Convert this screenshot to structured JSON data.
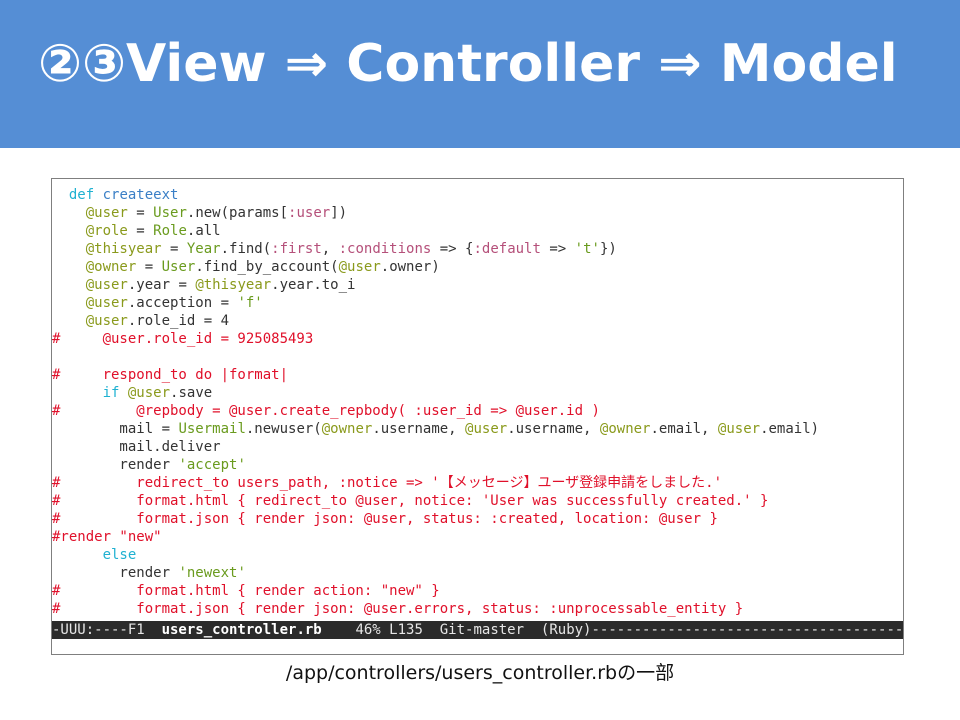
{
  "slide": {
    "title": "②③View ⇒ Controller ⇒ Model",
    "caption": "/app/controllers/users_controller.rbの一部"
  },
  "colors": {
    "title_bar": "#558ed5",
    "comment": "#e0102a",
    "keyword": "#1fb1d1",
    "instance_var": "#8a9a1c",
    "constant": "#6a9b1e",
    "symbol": "#b5507a",
    "modeline_bg": "#2b2b2b"
  },
  "editor": {
    "lines": [
      [
        {
          "t": "  ",
          "c": "plain"
        },
        {
          "t": "def",
          "c": "def"
        },
        {
          "t": " ",
          "c": "plain"
        },
        {
          "t": "createext",
          "c": "fn"
        }
      ],
      [
        {
          "t": "    ",
          "c": "plain"
        },
        {
          "t": "@user",
          "c": "ivar"
        },
        {
          "t": " = ",
          "c": "plain"
        },
        {
          "t": "User",
          "c": "const"
        },
        {
          "t": ".new(params[",
          "c": "plain"
        },
        {
          "t": ":user",
          "c": "sym"
        },
        {
          "t": "])",
          "c": "plain"
        }
      ],
      [
        {
          "t": "    ",
          "c": "plain"
        },
        {
          "t": "@role",
          "c": "ivar"
        },
        {
          "t": " = ",
          "c": "plain"
        },
        {
          "t": "Role",
          "c": "const"
        },
        {
          "t": ".all",
          "c": "plain"
        }
      ],
      [
        {
          "t": "    ",
          "c": "plain"
        },
        {
          "t": "@thisyear",
          "c": "ivar"
        },
        {
          "t": " = ",
          "c": "plain"
        },
        {
          "t": "Year",
          "c": "const"
        },
        {
          "t": ".find(",
          "c": "plain"
        },
        {
          "t": ":first",
          "c": "sym"
        },
        {
          "t": ", ",
          "c": "plain"
        },
        {
          "t": ":conditions",
          "c": "sym"
        },
        {
          "t": " => {",
          "c": "plain"
        },
        {
          "t": ":default",
          "c": "sym"
        },
        {
          "t": " => ",
          "c": "plain"
        },
        {
          "t": "'t'",
          "c": "str"
        },
        {
          "t": "})",
          "c": "plain"
        }
      ],
      [
        {
          "t": "    ",
          "c": "plain"
        },
        {
          "t": "@owner",
          "c": "ivar"
        },
        {
          "t": " = ",
          "c": "plain"
        },
        {
          "t": "User",
          "c": "const"
        },
        {
          "t": ".find_by_account(",
          "c": "plain"
        },
        {
          "t": "@user",
          "c": "ivar"
        },
        {
          "t": ".owner)",
          "c": "plain"
        }
      ],
      [
        {
          "t": "    ",
          "c": "plain"
        },
        {
          "t": "@user",
          "c": "ivar"
        },
        {
          "t": ".year = ",
          "c": "plain"
        },
        {
          "t": "@thisyear",
          "c": "ivar"
        },
        {
          "t": ".year.to_i",
          "c": "plain"
        }
      ],
      [
        {
          "t": "    ",
          "c": "plain"
        },
        {
          "t": "@user",
          "c": "ivar"
        },
        {
          "t": ".acception = ",
          "c": "plain"
        },
        {
          "t": "'f'",
          "c": "str"
        }
      ],
      [
        {
          "t": "    ",
          "c": "plain"
        },
        {
          "t": "@user",
          "c": "ivar"
        },
        {
          "t": ".role_id = 4",
          "c": "plain"
        }
      ],
      [
        {
          "t": "#     @user.role_id = 925085493",
          "c": "comment"
        }
      ],
      [
        {
          "t": "",
          "c": "plain"
        }
      ],
      [
        {
          "t": "#     respond_to do |format|",
          "c": "comment"
        }
      ],
      [
        {
          "t": "      ",
          "c": "plain"
        },
        {
          "t": "if",
          "c": "kw"
        },
        {
          "t": " ",
          "c": "plain"
        },
        {
          "t": "@user",
          "c": "ivar"
        },
        {
          "t": ".save",
          "c": "plain"
        }
      ],
      [
        {
          "t": "#         @repbody = @user.create_repbody( :user_id => @user.id )",
          "c": "comment"
        }
      ],
      [
        {
          "t": "        mail = ",
          "c": "plain"
        },
        {
          "t": "Usermail",
          "c": "const"
        },
        {
          "t": ".newuser(",
          "c": "plain"
        },
        {
          "t": "@owner",
          "c": "ivar"
        },
        {
          "t": ".username, ",
          "c": "plain"
        },
        {
          "t": "@user",
          "c": "ivar"
        },
        {
          "t": ".username, ",
          "c": "plain"
        },
        {
          "t": "@owner",
          "c": "ivar"
        },
        {
          "t": ".email, ",
          "c": "plain"
        },
        {
          "t": "@user",
          "c": "ivar"
        },
        {
          "t": ".email)",
          "c": "plain"
        }
      ],
      [
        {
          "t": "        mail.deliver",
          "c": "plain"
        }
      ],
      [
        {
          "t": "        render ",
          "c": "plain"
        },
        {
          "t": "'accept'",
          "c": "str"
        }
      ],
      [
        {
          "t": "#         redirect_to users_path, :notice => '【メッセージ】ユーザ登録申請をしました.'",
          "c": "comment"
        }
      ],
      [
        {
          "t": "#         format.html { redirect_to @user, notice: 'User was successfully created.' }",
          "c": "comment"
        }
      ],
      [
        {
          "t": "#         format.json { render json: @user, status: :created, location: @user }",
          "c": "comment"
        }
      ],
      [
        {
          "t": "#render \"new\"",
          "c": "comment"
        }
      ],
      [
        {
          "t": "      ",
          "c": "plain"
        },
        {
          "t": "else",
          "c": "kw"
        }
      ],
      [
        {
          "t": "        render ",
          "c": "plain"
        },
        {
          "t": "'newext'",
          "c": "str"
        }
      ],
      [
        {
          "t": "#         format.html { render action: \"new\" }",
          "c": "comment"
        }
      ],
      [
        {
          "t": "#         format.json { render json: @user.errors, status: :unprocessable_entity }",
          "c": "comment"
        }
      ]
    ],
    "modeline": {
      "prefix": "-UUU:----F1  ",
      "filename": "users_controller.rb",
      "position": "    46% L135  ",
      "git": "Git-master",
      "mode": "  (Ruby)-------------------------------------------------------------"
    }
  }
}
